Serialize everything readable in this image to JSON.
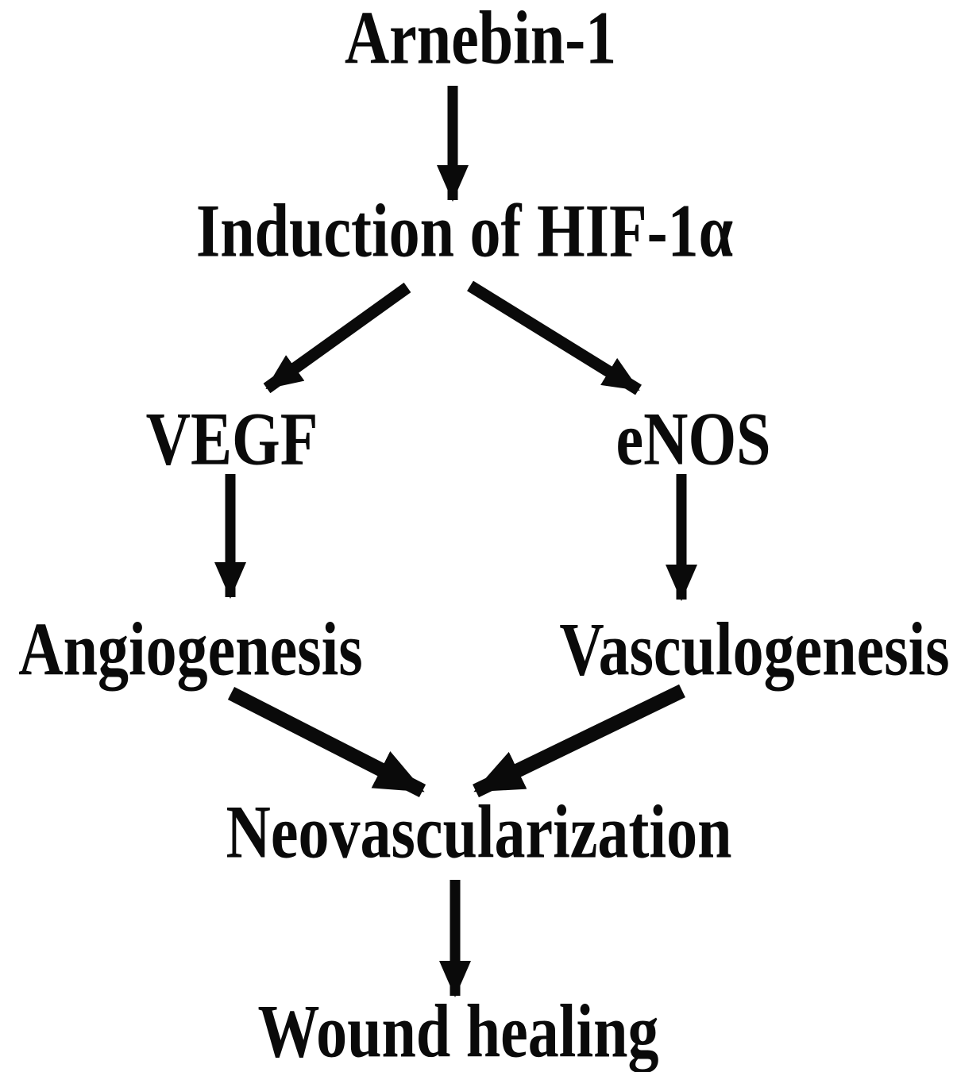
{
  "figure": {
    "type": "flow-diagram",
    "background_color": "#ffffff",
    "ink_color": "#0a0a0a",
    "nodes": [
      {
        "id": "arnebin-1",
        "label": "Arnebin-1"
      },
      {
        "id": "hif-1a",
        "label": "Induction of HIF-1α"
      },
      {
        "id": "vegf",
        "label": "VEGF"
      },
      {
        "id": "enos",
        "label": "eNOS"
      },
      {
        "id": "angiogenesis",
        "label": "Angiogenesis"
      },
      {
        "id": "vasculogenesis",
        "label": "Vasculogenesis"
      },
      {
        "id": "neovascularization",
        "label": "Neovascularization"
      },
      {
        "id": "wound-healing",
        "label": "Wound healing"
      }
    ],
    "edges": [
      {
        "from": "arnebin-1",
        "to": "hif-1a"
      },
      {
        "from": "hif-1a",
        "to": "vegf"
      },
      {
        "from": "hif-1a",
        "to": "enos"
      },
      {
        "from": "vegf",
        "to": "angiogenesis"
      },
      {
        "from": "enos",
        "to": "vasculogenesis"
      },
      {
        "from": "angiogenesis",
        "to": "neovascularization"
      },
      {
        "from": "vasculogenesis",
        "to": "neovascularization"
      },
      {
        "from": "neovascularization",
        "to": "wound-healing"
      }
    ]
  }
}
